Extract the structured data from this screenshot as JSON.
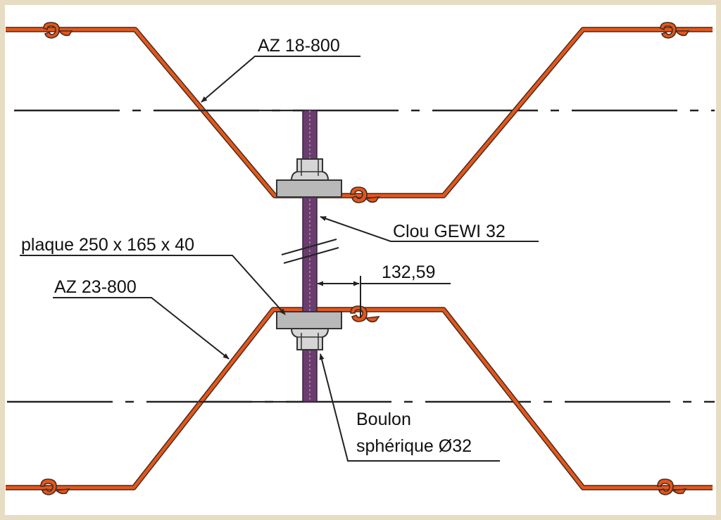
{
  "labels": {
    "upper_profile": "AZ 18-800",
    "lower_profile": "AZ 23-800",
    "anchor": "Clou GEWI 32",
    "plate": "plaque 250 x 165 x 40",
    "dimension": "132,59",
    "nut_line1": "Boulon",
    "nut_line2": "sphérique Ø32"
  },
  "colors": {
    "sheet_pile": "#e2571d",
    "sheet_pile_outline": "#4a2a1a",
    "anchor_bar": "#6a3d6e",
    "plate": "#b9b9b9",
    "frame_background": "#e7dcc4"
  }
}
